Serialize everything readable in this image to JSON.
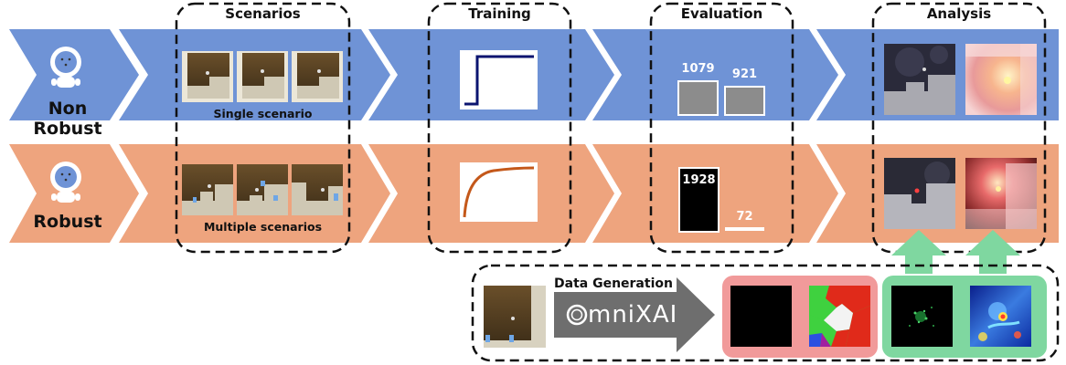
{
  "stages": {
    "scenarios": "Scenarios",
    "training": "Training",
    "evaluation": "Evaluation",
    "analysis": "Analysis"
  },
  "rows": {
    "non_robust": {
      "label": "Non Robust",
      "scenario_caption": "Single scenario",
      "color": "#6f93d6",
      "eval_values": [
        "1079",
        "921"
      ]
    },
    "robust": {
      "label": "Robust",
      "scenario_caption": "Multiple scenarios",
      "color": "#eea47e",
      "eval_values": [
        "1928",
        "72"
      ]
    }
  },
  "pipeline": {
    "data_generation": "Data Generation",
    "tool_name": "mniXAI",
    "colors": {
      "red_group": "#f19a9a",
      "green_group": "#7fd7a0",
      "arrow": "#6e6e6e"
    }
  },
  "icons": [
    "astronaut-icon",
    "omnixai-logo-icon"
  ]
}
